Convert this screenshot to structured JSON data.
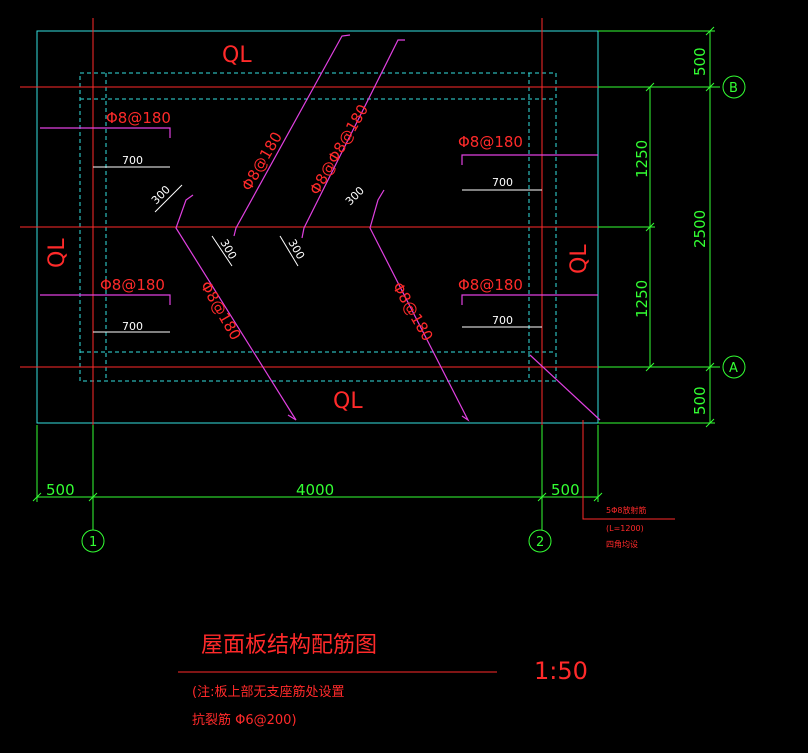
{
  "labels": {
    "ql": "QL",
    "rebar_main": "Φ8@180",
    "rebar_double": "Φ8@Φ8@180",
    "dim_700": "700",
    "dim_300": "300",
    "dim_500": "500",
    "dim_4000": "4000",
    "dim_1250": "1250",
    "dim_2500": "2500",
    "axis_a": "A",
    "axis_b": "B",
    "axis_1": "1",
    "axis_2": "2",
    "corner_note_1": "5Φ8放射筋",
    "corner_note_2": "(L=1200)",
    "corner_note_3": "四角均设",
    "title": "屋面板结构配筋图",
    "scale": "1:50",
    "note_1": "(注:板上部无支座筋处设置",
    "note_2": "抗裂筋 Φ6@200)"
  },
  "colors": {
    "background": "#000000",
    "outline_cyan": "#33e0e0",
    "axis_red": "#ff2a2a",
    "rebar_magenta": "#e040e0",
    "dimension_green": "#33ff33",
    "dim_text_white": "#ffffff",
    "label_red": "#ff3030"
  }
}
